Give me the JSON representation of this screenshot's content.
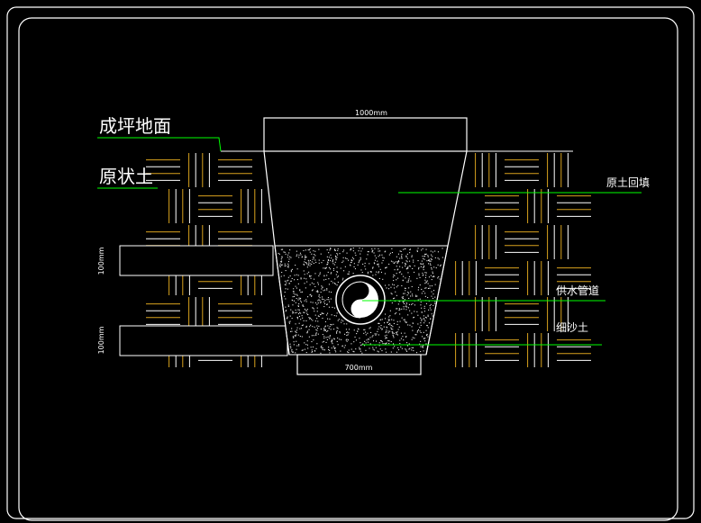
{
  "labels": {
    "finished_ground": "成坪地面",
    "original_soil": "原状土",
    "backfill": "原土回填",
    "pipe": "供水管道",
    "fine_sand": "细沙土"
  },
  "dimensions": {
    "top_width": "1000mm",
    "bottom_width": "700mm",
    "upper_band": "100mm",
    "lower_band": "100mm"
  },
  "colors": {
    "background": "#000000",
    "frame": "#ffffff",
    "leader": "#00ff00",
    "hatch_soil": "#d9a21e",
    "hatch_light": "#ffffff"
  }
}
